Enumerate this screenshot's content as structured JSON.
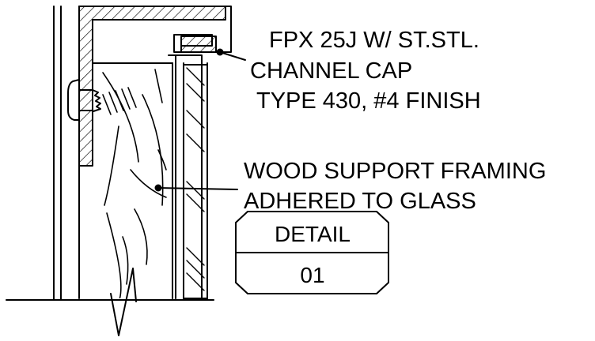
{
  "notes": {
    "channel_cap": {
      "line1": "FPX 25J W/ ST.STL.",
      "line2": "CHANNEL CAP",
      "line3": "TYPE 430, #4 FINISH"
    },
    "wood_framing": {
      "line1": "WOOD SUPPORT FRAMING",
      "line2": "ADHERED TO GLASS"
    }
  },
  "detail_tag": {
    "label": "DETAIL",
    "number": "01"
  },
  "colors": {
    "ink": "#000000",
    "background": "#ffffff"
  }
}
